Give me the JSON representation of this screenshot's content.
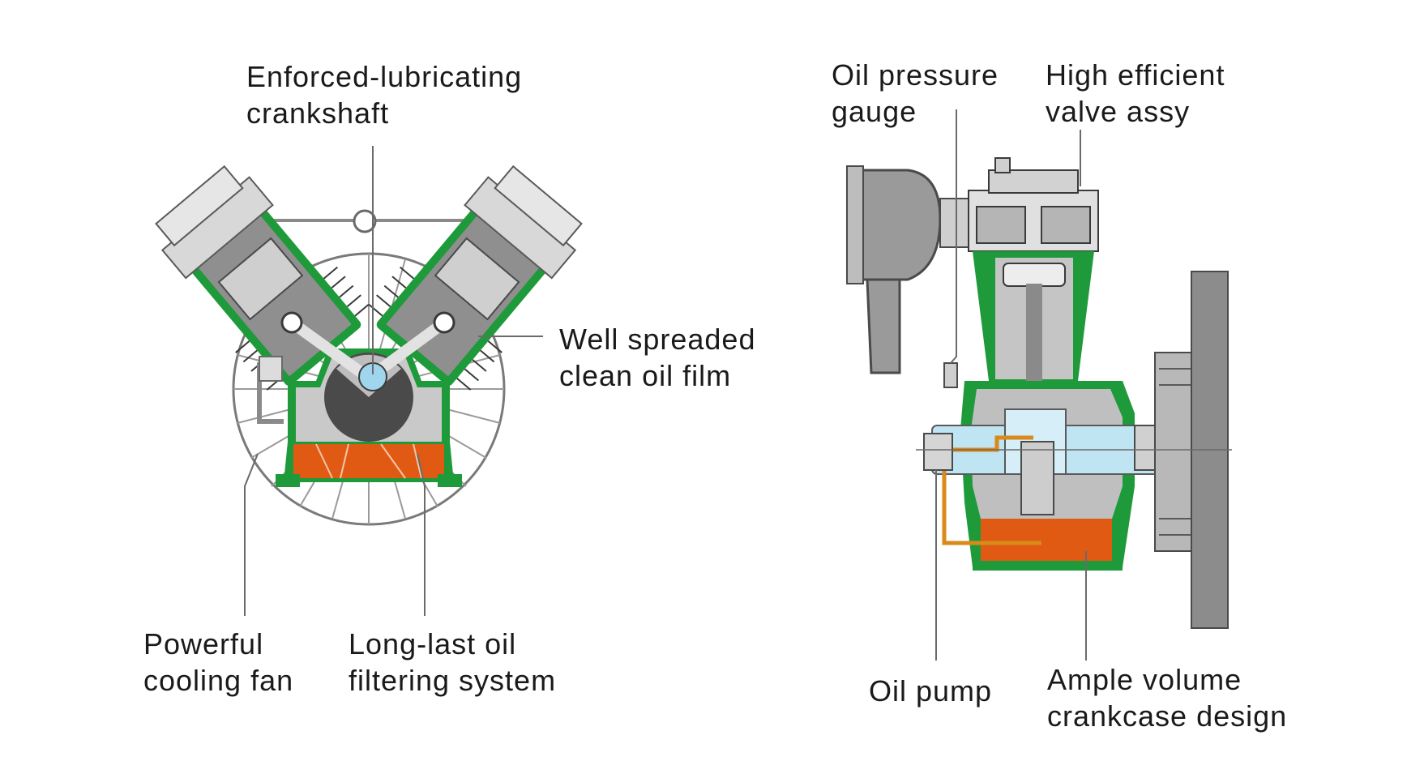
{
  "left_diagram": {
    "labels": {
      "crankshaft": [
        "Enforced-lubricating",
        "crankshaft"
      ],
      "oil_film": [
        "Well spreaded",
        "clean oil film"
      ],
      "cooling_fan": [
        "Powerful",
        "cooling fan"
      ],
      "oil_filter": [
        "Long-last oil",
        "filtering system"
      ]
    }
  },
  "right_diagram": {
    "labels": {
      "pressure_gauge": [
        "Oil pressure",
        "gauge"
      ],
      "valve_assy": [
        "High efficient",
        "valve assy"
      ],
      "oil_pump": [
        "Oil pump"
      ],
      "crankcase": [
        "Ample volume",
        "crankcase design"
      ]
    }
  },
  "colors": {
    "cylinder_green": "#1f9a3a",
    "oil_orange": "#e05a14",
    "crankcase_blue": "#bfe4f2",
    "metal_gray": "#9a9a9a",
    "dark_gray": "#4a4a4a",
    "oil_line": "#d98a1a"
  }
}
